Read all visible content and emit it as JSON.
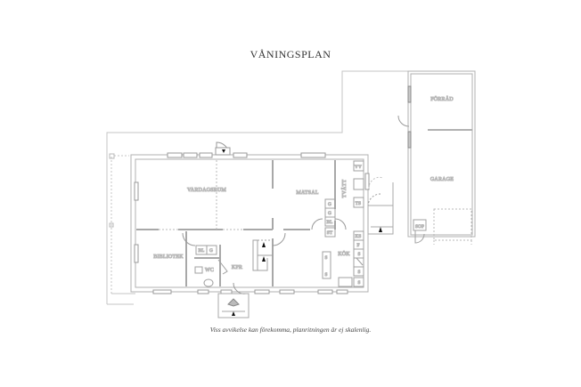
{
  "title": "VÅNINGSPLAN",
  "caption": "Viss avvikelse kan förekomma, planritningen är ej skalenlig.",
  "rooms": {
    "vardagsrum": "VARDAGSRUM",
    "matsal": "MATSAL",
    "tvatt": "TVÄTT",
    "bibliotek": "BIBLIOTEK",
    "kpr": "KPR",
    "wc": "WC",
    "kok": "KÖK",
    "forrad": "FÖRRÅD",
    "garage": "GARAGE",
    "sop": "SOP"
  },
  "fixtures": {
    "vv": "VV",
    "ts": "TS",
    "g1": "G",
    "g2": "G",
    "bl1": "BL",
    "st": "ST",
    "bl2": "BL",
    "g3": "G",
    "ks": "KS",
    "f": "F",
    "s1": "S",
    "s2": "S",
    "s3": "S",
    "s4": "S",
    "s5": "S"
  },
  "colors": {
    "wall": "#bdbdbd",
    "line": "#a8a8a8",
    "text": "#444444"
  }
}
